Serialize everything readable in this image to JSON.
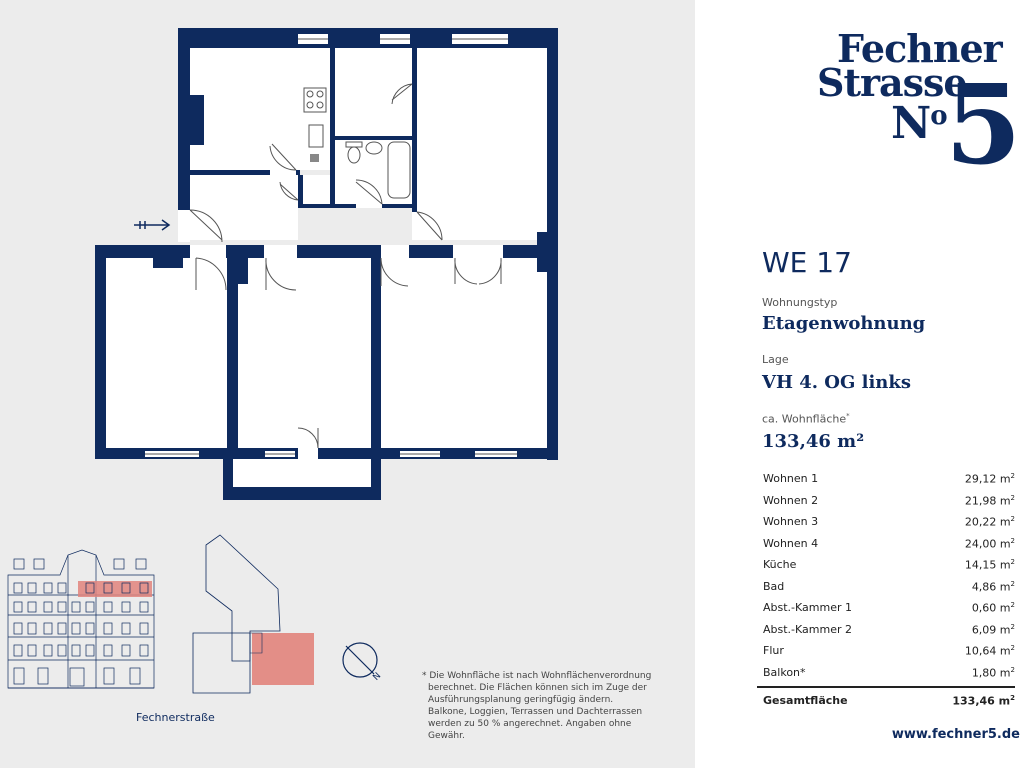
{
  "brand": {
    "line1": "Fechner",
    "line2": "Strasse",
    "no": "N",
    "no_sup": "o",
    "number": "5"
  },
  "unit": {
    "title": "WE 17",
    "type_label": "Wohnungstyp",
    "type_value": "Etagenwohnung",
    "location_label": "Lage",
    "location_value": "VH 4. OG links",
    "area_label": "ca. Wohnfläche",
    "area_label_mark": "*",
    "area_value": "133,46 m²"
  },
  "areas": [
    {
      "name": "Wohnen 1",
      "value": "29,12 m",
      "unit_sup": "2"
    },
    {
      "name": "Wohnen 2",
      "value": "21,98 m",
      "unit_sup": "2"
    },
    {
      "name": "Wohnen 3",
      "value": "20,22 m",
      "unit_sup": "2"
    },
    {
      "name": "Wohnen 4",
      "value": "24,00 m",
      "unit_sup": "2"
    },
    {
      "name": "Küche",
      "value": "14,15 m",
      "unit_sup": "2"
    },
    {
      "name": "Bad",
      "value": "4,86 m",
      "unit_sup": "2"
    },
    {
      "name": "Abst.-Kammer 1",
      "value": "0,60 m",
      "unit_sup": "2"
    },
    {
      "name": "Abst.-Kammer 2",
      "value": "6,09 m",
      "unit_sup": "2"
    },
    {
      "name": "Flur",
      "value": "10,64 m",
      "unit_sup": "2"
    },
    {
      "name": "Balkon*",
      "value": "1,80 m",
      "unit_sup": "2"
    }
  ],
  "total": {
    "name": "Gesamtfläche",
    "value": "133,46 m",
    "unit_sup": "2"
  },
  "url": "www.fechner5.de",
  "footnote": {
    "mark": "*",
    "line1": "Die Wohnfläche ist nach Wohnflächenverordnung",
    "line2": "berechnet. Die Flächen können sich im Zuge der",
    "line3": "Ausführungsplanung geringfügig ändern.",
    "line4": "Balkone, Loggien, Terrassen und Dachterrassen",
    "line5": "werden zu 50 % angerechnet. Angaben ohne",
    "line6": "Gewähr."
  },
  "street": "Fechnerstraße",
  "compass_label": "N",
  "colors": {
    "navy": "#0e2a5e",
    "highlight": "#e2847c",
    "background": "#ececec"
  }
}
